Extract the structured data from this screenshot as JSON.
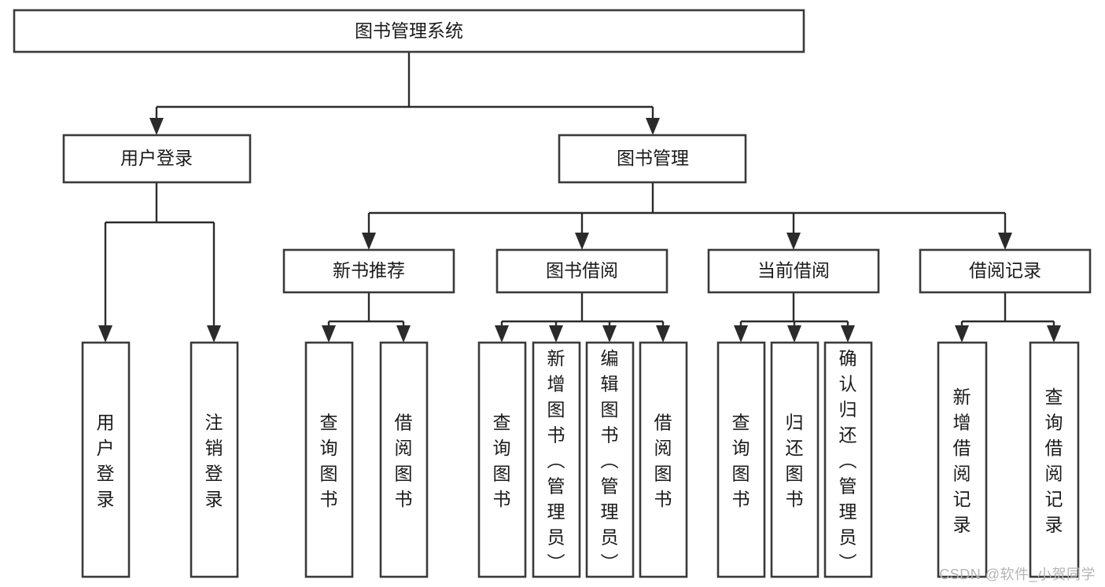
{
  "diagram": {
    "title": "图书管理系统",
    "type": "tree-hierarchy",
    "orientation": "top-down",
    "levels": 4,
    "root": {
      "id": "root",
      "label": "图书管理系统",
      "orientation": "horizontal"
    },
    "level2": [
      {
        "id": "user-login",
        "label": "用户登录",
        "orientation": "horizontal"
      },
      {
        "id": "book-management",
        "label": "图书管理",
        "orientation": "horizontal"
      }
    ],
    "level3": [
      {
        "id": "new-book-recommend",
        "label": "新书推荐",
        "parent": "book-management",
        "orientation": "horizontal"
      },
      {
        "id": "book-borrow",
        "label": "图书借阅",
        "parent": "book-management",
        "orientation": "horizontal"
      },
      {
        "id": "current-borrow",
        "label": "当前借阅",
        "parent": "book-management",
        "orientation": "horizontal"
      },
      {
        "id": "borrow-record",
        "label": "借阅记录",
        "parent": "book-management",
        "orientation": "horizontal"
      }
    ],
    "leaves": [
      {
        "id": "leaf-user-login",
        "label": "用户登录",
        "parent": "user-login",
        "orientation": "vertical"
      },
      {
        "id": "leaf-logout-login",
        "label": "注销登录",
        "parent": "user-login",
        "orientation": "vertical"
      },
      {
        "id": "leaf-query-book-1",
        "label": "查询图书",
        "parent": "new-book-recommend",
        "orientation": "vertical"
      },
      {
        "id": "leaf-borrow-book-1",
        "label": "借阅图书",
        "parent": "new-book-recommend",
        "orientation": "vertical"
      },
      {
        "id": "leaf-query-book-2",
        "label": "查询图书",
        "parent": "book-borrow",
        "orientation": "vertical"
      },
      {
        "id": "leaf-add-book",
        "label": "新增图书（管理员）",
        "parent": "book-borrow",
        "orientation": "vertical"
      },
      {
        "id": "leaf-edit-book",
        "label": "编辑图书（管理员）",
        "parent": "book-borrow",
        "orientation": "vertical"
      },
      {
        "id": "leaf-borrow-book-2",
        "label": "借阅图书",
        "parent": "book-borrow",
        "orientation": "vertical"
      },
      {
        "id": "leaf-query-book-3",
        "label": "查询图书",
        "parent": "current-borrow",
        "orientation": "vertical"
      },
      {
        "id": "leaf-return-book",
        "label": "归还图书",
        "parent": "current-borrow",
        "orientation": "vertical"
      },
      {
        "id": "leaf-confirm-return",
        "label": "确认归还（管理员）",
        "parent": "current-borrow",
        "orientation": "vertical"
      },
      {
        "id": "leaf-add-record",
        "label": "新增借阅记录",
        "parent": "borrow-record",
        "orientation": "vertical"
      },
      {
        "id": "leaf-query-record",
        "label": "查询借阅记录",
        "parent": "borrow-record",
        "orientation": "vertical"
      }
    ],
    "colors": {
      "box_stroke": "#3a3a3a",
      "box_fill": "#ffffff",
      "line": "#2b2b2b",
      "text": "#1a1a1a",
      "background": "#ffffff",
      "watermark": "#b4b4b4"
    }
  },
  "watermark": {
    "text": "CSDN @软件_小贺同学"
  }
}
